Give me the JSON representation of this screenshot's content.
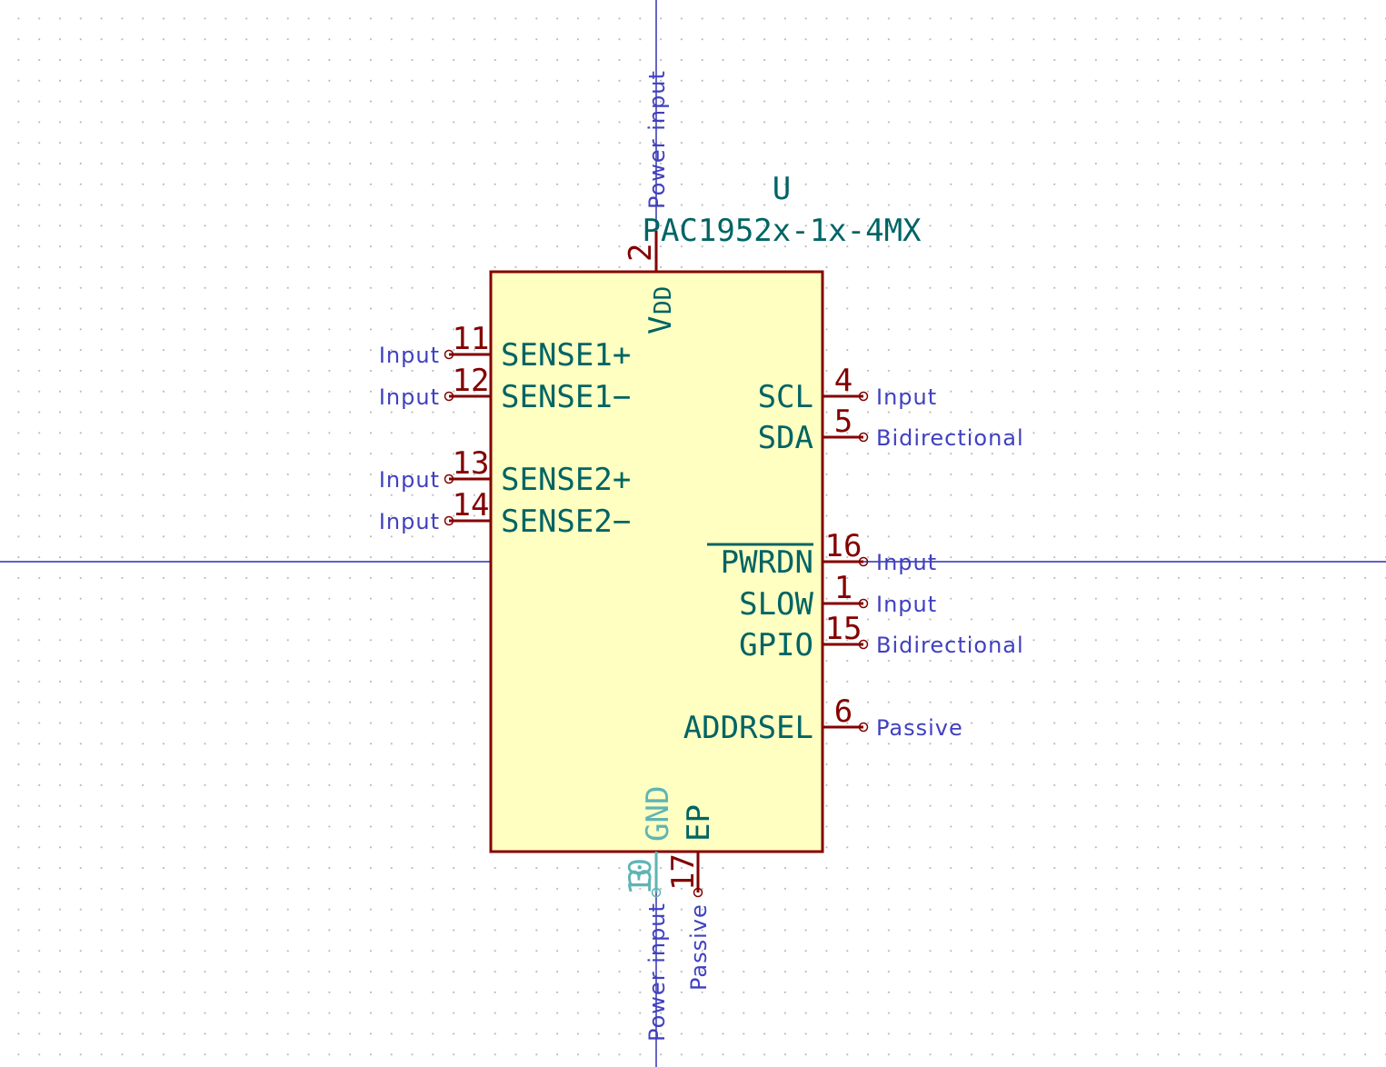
{
  "colors": {
    "body_fill": "#ffffc2",
    "outline": "#840000",
    "pin_number": "#840000",
    "pin_name": "#006464",
    "pin_type": "#4040c0",
    "gnd_pin": "#5fb4b4",
    "axis": "#0000a0",
    "grid_dot": "#b8b8b8"
  },
  "symbol": {
    "reference": "U",
    "value": "PAC1952x-1x-4MX"
  },
  "pins": {
    "vdd": {
      "number": "2",
      "name": "VDD",
      "sub": "DD",
      "name_main": "V",
      "type": "Power input"
    },
    "sense1p": {
      "number": "11",
      "name": "SENSE1+",
      "type": "Input"
    },
    "sense1n": {
      "number": "12",
      "name": "SENSE1−",
      "type": "Input"
    },
    "sense2p": {
      "number": "13",
      "name": "SENSE2+",
      "type": "Input"
    },
    "sense2n": {
      "number": "14",
      "name": "SENSE2−",
      "type": "Input"
    },
    "scl": {
      "number": "4",
      "name": "SCL",
      "type": "Input"
    },
    "sda": {
      "number": "5",
      "name": "SDA",
      "type": "Bidirectional"
    },
    "pwrdn": {
      "number": "16",
      "name": "PWRDN",
      "type": "Input"
    },
    "slow": {
      "number": "1",
      "name": "SLOW",
      "type": "Input"
    },
    "gpio": {
      "number": "15",
      "name": "GPIO",
      "type": "Bidirectional"
    },
    "addrsel": {
      "number": "6",
      "name": "ADDRSEL",
      "type": "Passive"
    },
    "gnd": {
      "number": "3",
      "number_overlap": "10",
      "name": "GND",
      "type": "Power input"
    },
    "ep": {
      "number": "17",
      "name": "EP",
      "type": "Passive"
    }
  }
}
